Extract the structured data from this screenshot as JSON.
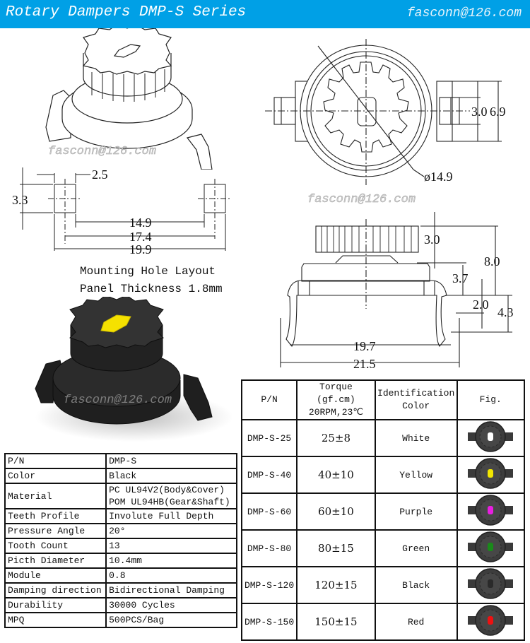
{
  "header": {
    "title": "Rotary Dampers  DMP-S Series",
    "email": "fasconn@126.com",
    "background": "#00a0e6"
  },
  "watermark": "fasconn@126.com",
  "drawings": {
    "top_view": {
      "dim_inner_width": "3.0",
      "dim_outer_width": "6.9",
      "diameter": "ø14.9"
    },
    "side_view": {
      "gear_height": "3.0",
      "total_height": "8.0",
      "body_height": "3.7",
      "clip_offset": "2.0",
      "clip_height": "4.3",
      "inner_width": "19.7",
      "outer_width": "21.5"
    },
    "mounting_holes": {
      "hole_width": "2.5",
      "hole_height": "3.3",
      "gap": "14.9",
      "center_spacing": "17.4",
      "overall": "19.9"
    }
  },
  "caption": {
    "line1": "Mounting Hole Layout",
    "line2": "Panel Thickness 1.8mm"
  },
  "specs": [
    {
      "key": "P/N",
      "value": "DMP-S"
    },
    {
      "key": "Color",
      "value": "Black"
    },
    {
      "key": "Material",
      "value": "PC UL94V2(Body&Cover)",
      "value2": "POM UL94HB(Gear&Shaft)"
    },
    {
      "key": "Teeth Profile",
      "value": "Involute Full Depth"
    },
    {
      "key": "Pressure Angle",
      "value": "20°"
    },
    {
      "key": "Tooth Count",
      "value": "13"
    },
    {
      "key": "Picth Diameter",
      "value": "10.4mm"
    },
    {
      "key": "Module",
      "value": "0.8"
    },
    {
      "key": "Damping direction",
      "value": "Bidirectional Damping"
    },
    {
      "key": "Durability",
      "value": "30000 Cycles"
    },
    {
      "key": "MPQ",
      "value": "500PCS/Bag"
    }
  ],
  "models": {
    "headers": {
      "pn": "P/N",
      "torque_line1": "Torque (gf.cm)",
      "torque_line2": "20RPM,23℃",
      "color_line1": "Identification",
      "color_line2": "Color",
      "fig": "Fig."
    },
    "rows": [
      {
        "pn": "DMP-S-25",
        "torque": "25±8",
        "color": "White",
        "swatch": "#ffffff"
      },
      {
        "pn": "DMP-S-40",
        "torque": "40±10",
        "color": "Yellow",
        "swatch": "#f2e600"
      },
      {
        "pn": "DMP-S-60",
        "torque": "60±10",
        "color": "Purple",
        "swatch": "#e81ee0"
      },
      {
        "pn": "DMP-S-80",
        "torque": "80±15",
        "color": "Green",
        "swatch": "#1a8a1a"
      },
      {
        "pn": "DMP-S-120",
        "torque": "120±15",
        "color": "Black",
        "swatch": "#2a2a2a"
      },
      {
        "pn": "DMP-S-150",
        "torque": "150±15",
        "color": "Red",
        "swatch": "#ee1111"
      }
    ]
  }
}
